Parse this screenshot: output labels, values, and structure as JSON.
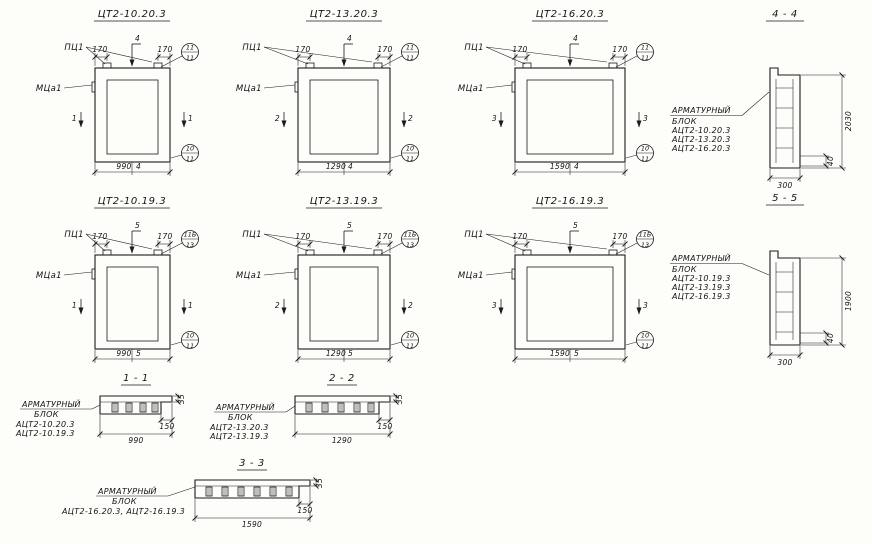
{
  "canvas": {
    "background": "#fdfdfa",
    "ink": "#1b1b1b"
  },
  "front_views": {
    "row1": [
      {
        "title": "ЦТ2-10.20.3",
        "pc": "ПЦ1",
        "mc": "МЦа1",
        "dim_left": "170",
        "dim_right": "170",
        "cut_v": "4",
        "cut_side": "1",
        "balloon_top_num": "11",
        "balloon_top_den": "11",
        "balloon_bot_num": "10",
        "balloon_bot_den": "11",
        "width_dim": "990"
      },
      {
        "title": "ЦТ2-13.20.3",
        "pc": "ПЦ1",
        "mc": "МЦа1",
        "dim_left": "170",
        "dim_right": "170",
        "cut_v": "4",
        "cut_side": "2",
        "balloon_top_num": "11",
        "balloon_top_den": "11",
        "balloon_bot_num": "10",
        "balloon_bot_den": "11",
        "width_dim": "1290"
      },
      {
        "title": "ЦТ2-16.20.3",
        "pc": "ПЦ1",
        "mc": "МЦа1",
        "dim_left": "170",
        "dim_right": "170",
        "cut_v": "4",
        "cut_side": "3",
        "balloon_top_num": "11",
        "balloon_top_den": "11",
        "balloon_bot_num": "10",
        "balloon_bot_den": "11",
        "width_dim": "1590"
      }
    ],
    "row2": [
      {
        "title": "ЦТ2-10.19.3",
        "pc": "ПЦ1",
        "mc": "МЦа1",
        "dim_left": "170",
        "dim_right": "170",
        "cut_v": "5",
        "cut_side": "1",
        "balloon_top_num": "11Б",
        "balloon_top_den": "13",
        "balloon_bot_num": "10",
        "balloon_bot_den": "11",
        "width_dim": "990"
      },
      {
        "title": "ЦТ2-13.19.3",
        "pc": "ПЦ1",
        "mc": "МЦа1",
        "dim_left": "170",
        "dim_right": "170",
        "cut_v": "5",
        "cut_side": "2",
        "balloon_top_num": "11Б",
        "balloon_top_den": "13",
        "balloon_bot_num": "10",
        "balloon_bot_den": "11",
        "width_dim": "1290"
      },
      {
        "title": "ЦТ2-16.19.3",
        "pc": "ПЦ1",
        "mc": "МЦа1",
        "dim_left": "170",
        "dim_right": "170",
        "cut_v": "5",
        "cut_side": "3",
        "balloon_top_num": "11Б",
        "balloon_top_den": "13",
        "balloon_bot_num": "10",
        "balloon_bot_den": "11",
        "width_dim": "1590"
      }
    ]
  },
  "side_sections": [
    {
      "title": "4 - 4",
      "height_dim": "2030",
      "ledge_dim": "40",
      "width_dim": "300",
      "note": [
        "АРМАТУРНЫЙ",
        "БЛОК",
        "АЦТ2-10.20.3",
        "АЦТ2-13.20.3",
        "АЦТ2-16.20.3"
      ]
    },
    {
      "title": "5 - 5",
      "height_dim": "1900",
      "ledge_dim": "40",
      "width_dim": "300",
      "note": [
        "АРМАТУРНЫЙ",
        "БЛОК",
        "АЦТ2-10.19.3",
        "АЦТ2-13.19.3",
        "АЦТ2-16.19.3"
      ]
    }
  ],
  "plan_sections": [
    {
      "title": "1 - 1",
      "thickness_dim": "35",
      "seat_dim": "150",
      "width_dim": "990",
      "note": [
        "АРМАТУРНЫЙ",
        "БЛОК",
        "АЦТ2-10.20.3",
        "АЦТ2-10.19.3"
      ]
    },
    {
      "title": "2 - 2",
      "thickness_dim": "35",
      "seat_dim": "150",
      "width_dim": "1290",
      "note": [
        "АРМАТУРНЫЙ",
        "БЛОК",
        "АЦТ2-13.20.3",
        "АЦТ2-13.19.3"
      ]
    },
    {
      "title": "3 - 3",
      "thickness_dim": "35",
      "seat_dim": "150",
      "width_dim": "1590",
      "note": [
        "АРМАТУРНЫЙ",
        "БЛОК",
        "АЦТ2-16.20.3, АЦТ2-16.19.3"
      ]
    }
  ]
}
